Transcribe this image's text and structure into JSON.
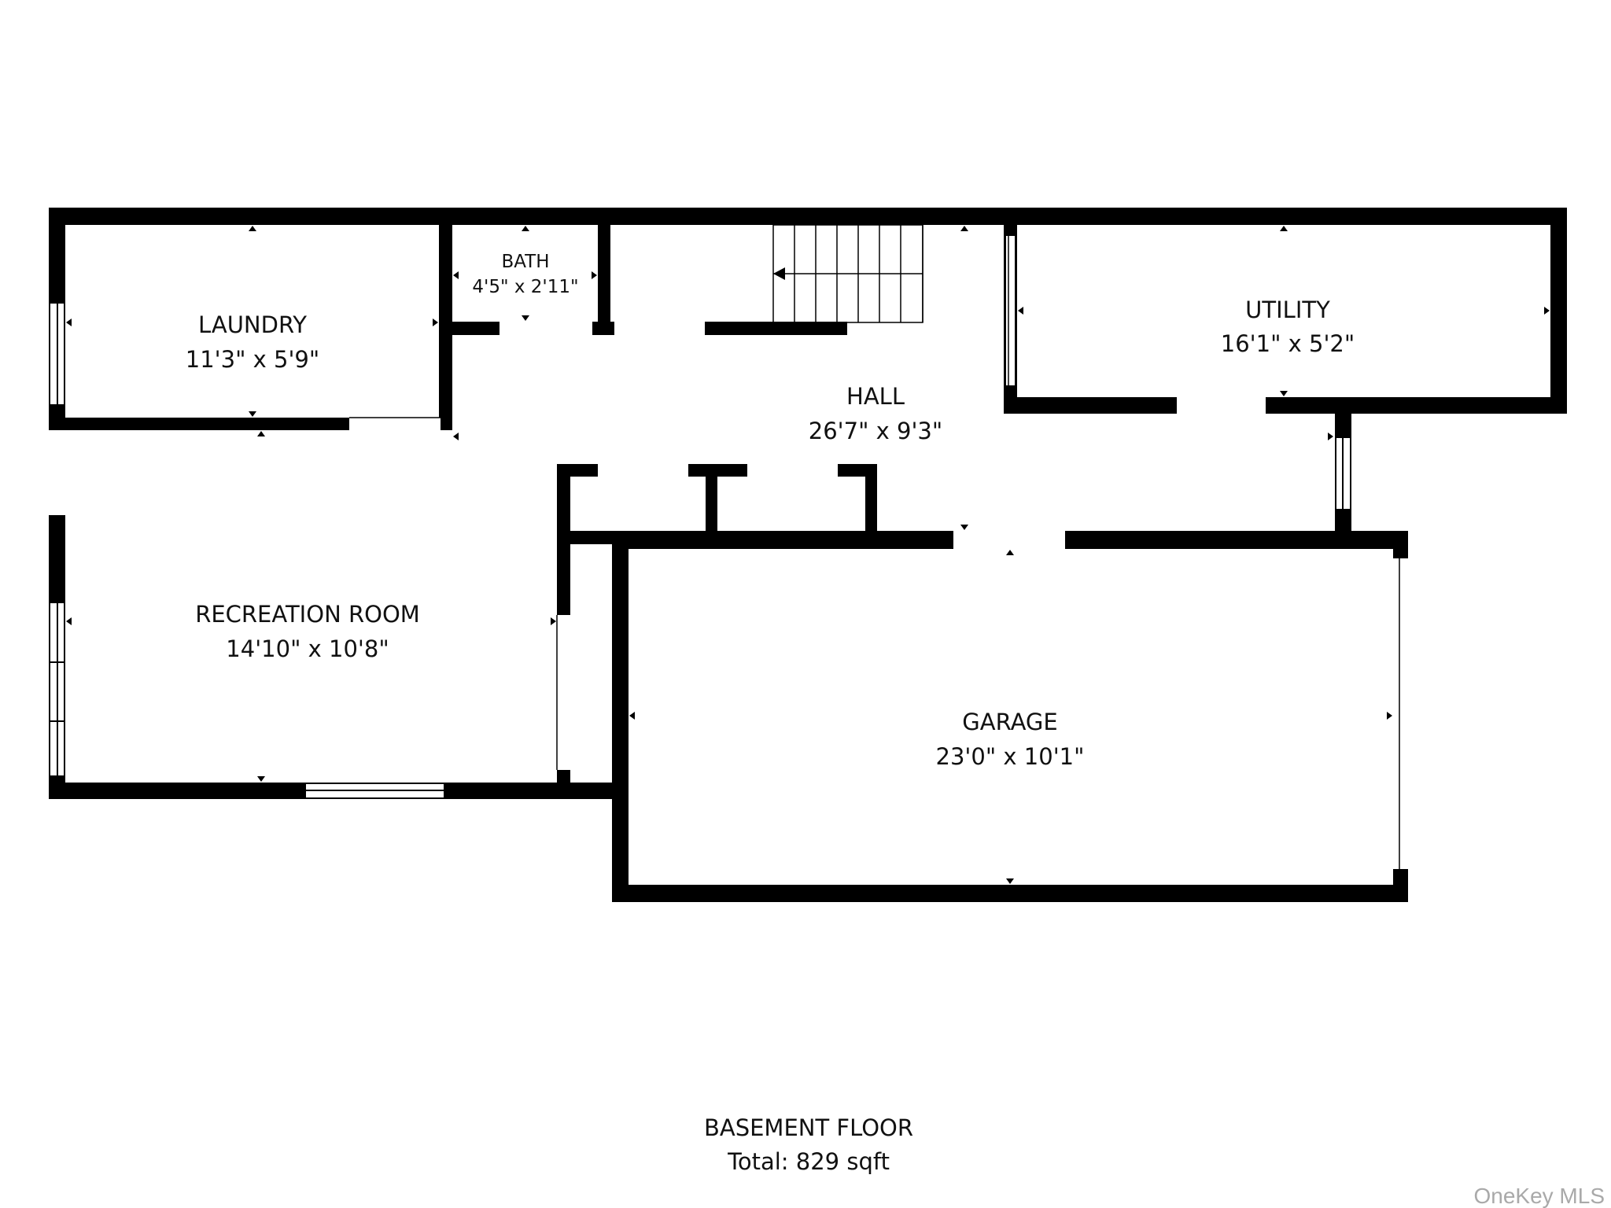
{
  "rooms": {
    "laundry": {
      "name": "LAUNDRY",
      "dims": "11'3\" x 5'9\""
    },
    "bath": {
      "name": "BATH",
      "dims": "4'5\" x 2'11\""
    },
    "hall": {
      "name": "HALL",
      "dims": "26'7\" x 9'3\""
    },
    "utility": {
      "name": "UTILITY",
      "dims": "16'1\" x 5'2\""
    },
    "recreation": {
      "name": "RECREATION ROOM",
      "dims": "14'10\" x 10'8\""
    },
    "garage": {
      "name": "GARAGE",
      "dims": "23'0\" x 10'1\""
    }
  },
  "floor": {
    "title": "BASEMENT FLOOR",
    "total": "Total: 829 sqft"
  },
  "watermark": "OneKey MLS",
  "colors": {
    "wall": "#000000",
    "background": "#ffffff",
    "text": "#111111",
    "watermark": "#a9a9a9"
  }
}
